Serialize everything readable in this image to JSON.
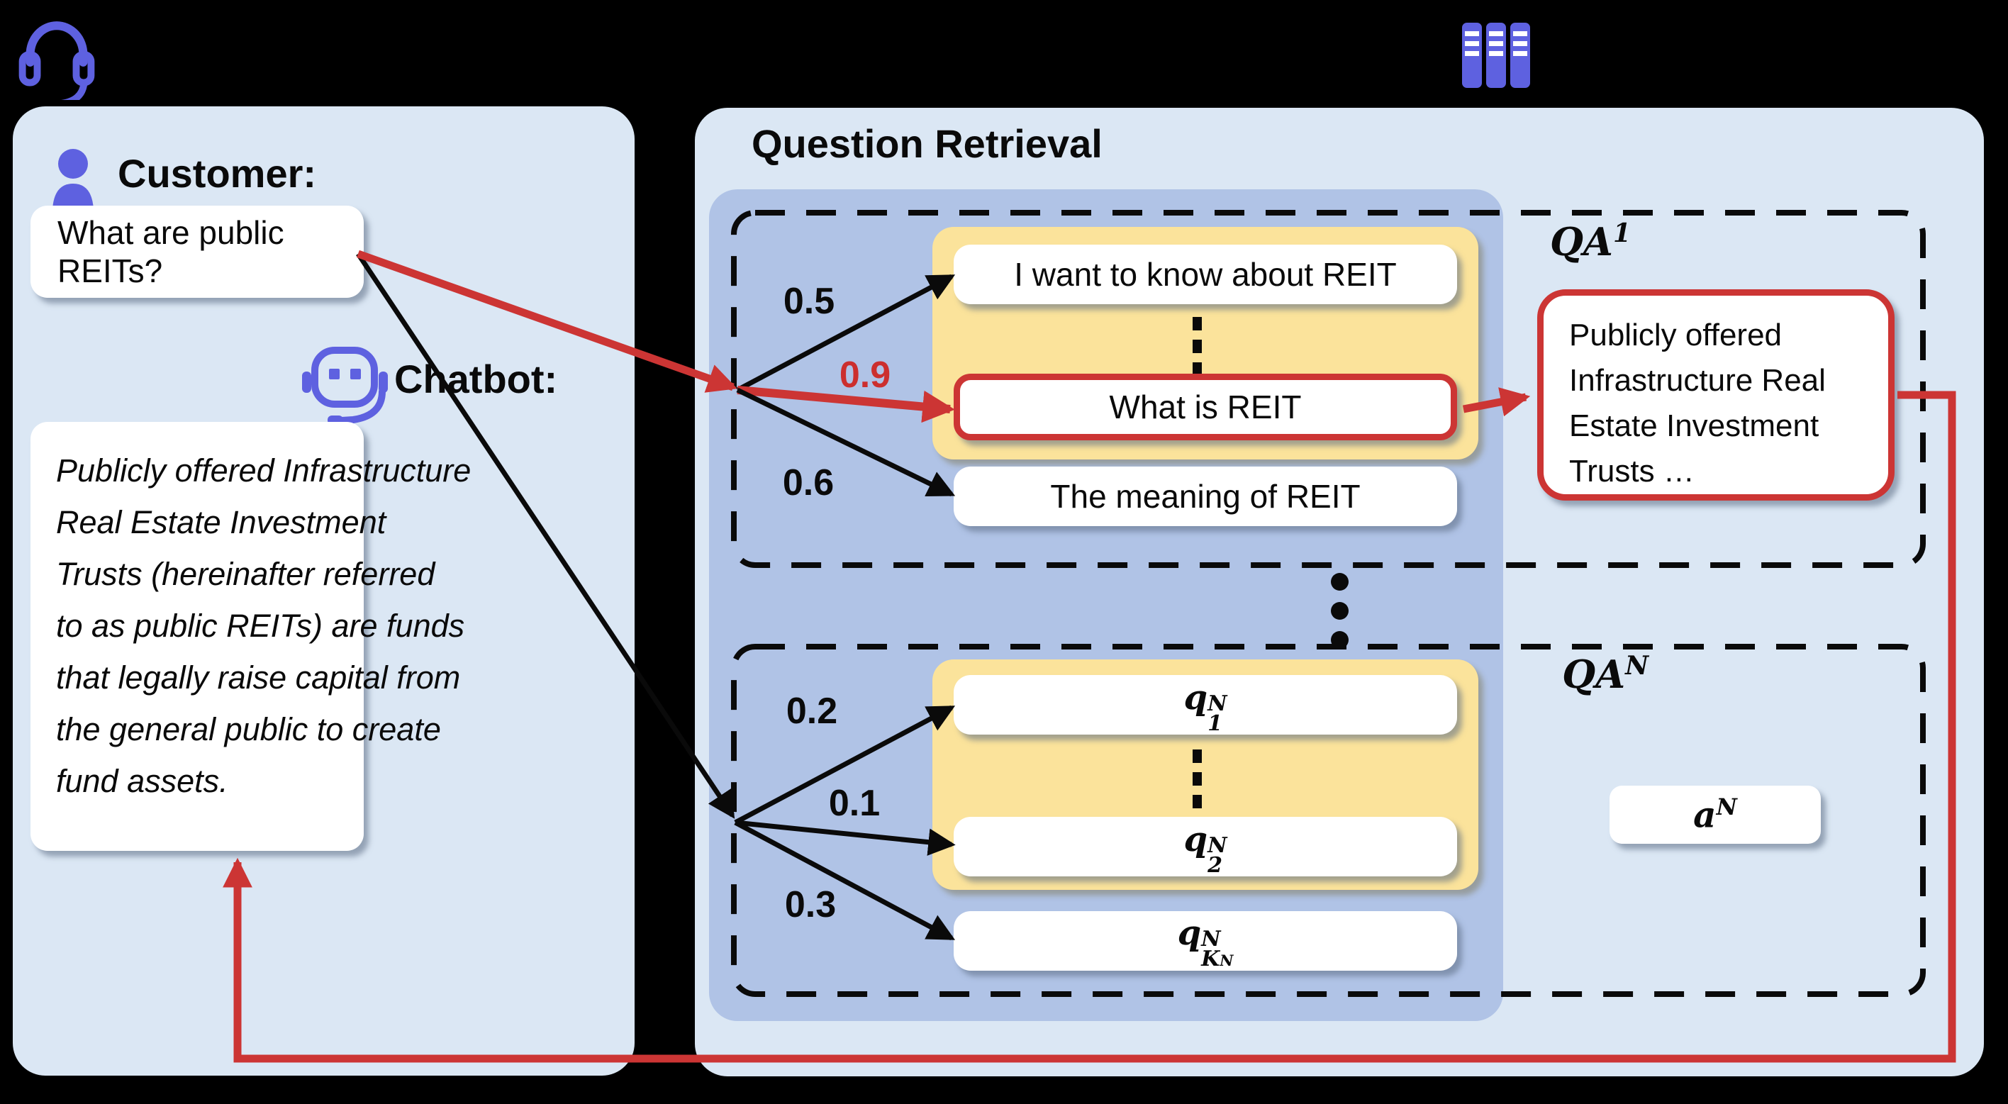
{
  "customer": {
    "label": "Customer:",
    "question": "What are public REITs?"
  },
  "chatbot": {
    "label": "Chatbot:",
    "answer_lines": [
      "Publicly offered Infrastructure",
      "Real Estate Investment",
      "Trusts (hereinafter referred",
      "to as public REITs) are funds",
      "that legally raise capital from",
      "the general public to create",
      "fund assets."
    ]
  },
  "retrieval": {
    "title": "Question Retrieval",
    "qa1": {
      "label_base": "QA",
      "label_sup": "1",
      "questions": [
        "I want to know about REIT",
        "What is REIT",
        "The meaning of REIT"
      ],
      "scores": [
        "0.5",
        "0.9",
        "0.6"
      ],
      "answer_lines": [
        "Publicly offered",
        "Infrastructure Real",
        "Estate Investment",
        "Trusts …"
      ]
    },
    "qaN": {
      "label_base": "QA",
      "label_sup": "N",
      "scores": [
        "0.2",
        "0.1",
        "0.3"
      ],
      "q1": {
        "base": "q",
        "sup": "N",
        "sub": "1"
      },
      "q2": {
        "base": "q",
        "sup": "N",
        "sub": "2"
      },
      "qk": {
        "base": "q",
        "sup": "N",
        "sub": "K",
        "subsub": "N"
      },
      "answer": {
        "base": "a",
        "sup": "N"
      }
    }
  },
  "icons": {
    "headset": "support-headset-icon",
    "books": "knowledge-base-books-icon",
    "person": "customer-person-icon",
    "robot": "chatbot-robot-icon"
  },
  "colors": {
    "background": "#000000",
    "panel_blue": "#dbe7f4",
    "inner_blue": "#b0c3e6",
    "highlight_yellow": "#fbe39b",
    "accent_red": "#cc3534",
    "icon_purple": "#5e61e0",
    "text_black": "#0a0a0a"
  }
}
